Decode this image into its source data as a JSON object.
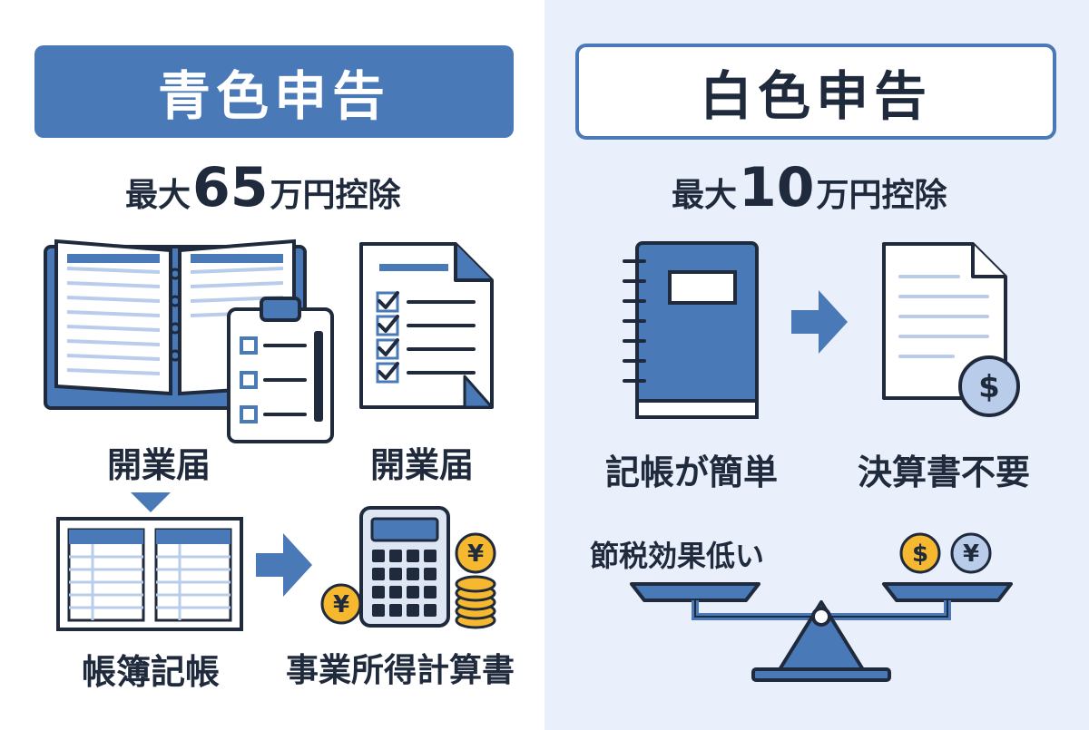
{
  "blue_return": {
    "title": "青色申告",
    "deduction_prefix": "最大",
    "deduction_amount": "65",
    "deduction_suffix": "万円控除",
    "labels": {
      "opening_notice_1": "開業届",
      "opening_notice_2": "開業届",
      "bookkeeping": "帳簿記帳",
      "business_income_statement": "事業所得計算書"
    },
    "coin_symbol_yen": "¥"
  },
  "white_return": {
    "title": "白色申告",
    "deduction_prefix": "最大",
    "deduction_amount": "10",
    "deduction_suffix": "万円控除",
    "labels": {
      "simple_bookkeeping": "記帳が簡単",
      "no_financial_statement": "決算書不要",
      "low_tax_saving": "節税効果低い"
    },
    "coin_symbol_dollar": "$",
    "coin_symbol_yen": "¥"
  },
  "colors": {
    "accent_blue": "#4a79b7",
    "dark_navy": "#1f2a3d",
    "light_blue": "#b9cdea",
    "gold": "#f5b82e",
    "right_bg": "#e9f0fb"
  }
}
